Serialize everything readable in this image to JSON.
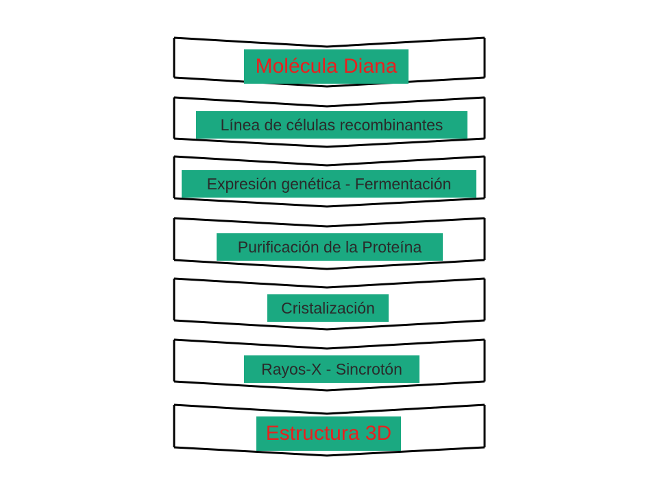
{
  "steps": [
    {
      "label": "Molécula Diana",
      "style": "red"
    },
    {
      "label": "Línea de células recombinantes",
      "style": "dark"
    },
    {
      "label": "Expresión genética - Fermentación",
      "style": "dark"
    },
    {
      "label": "Purificación de la Proteína",
      "style": "dark"
    },
    {
      "label": "Cristalización",
      "style": "dark"
    },
    {
      "label": "Rayos-X - Sincrotón",
      "style": "dark"
    },
    {
      "label": "Estructura 3D",
      "style": "red"
    }
  ],
  "colors": {
    "label_fill": "#1ba981",
    "highlight_text": "#e8201e",
    "normal_text": "#2a2a2a",
    "chevron_stroke": "#000000"
  }
}
